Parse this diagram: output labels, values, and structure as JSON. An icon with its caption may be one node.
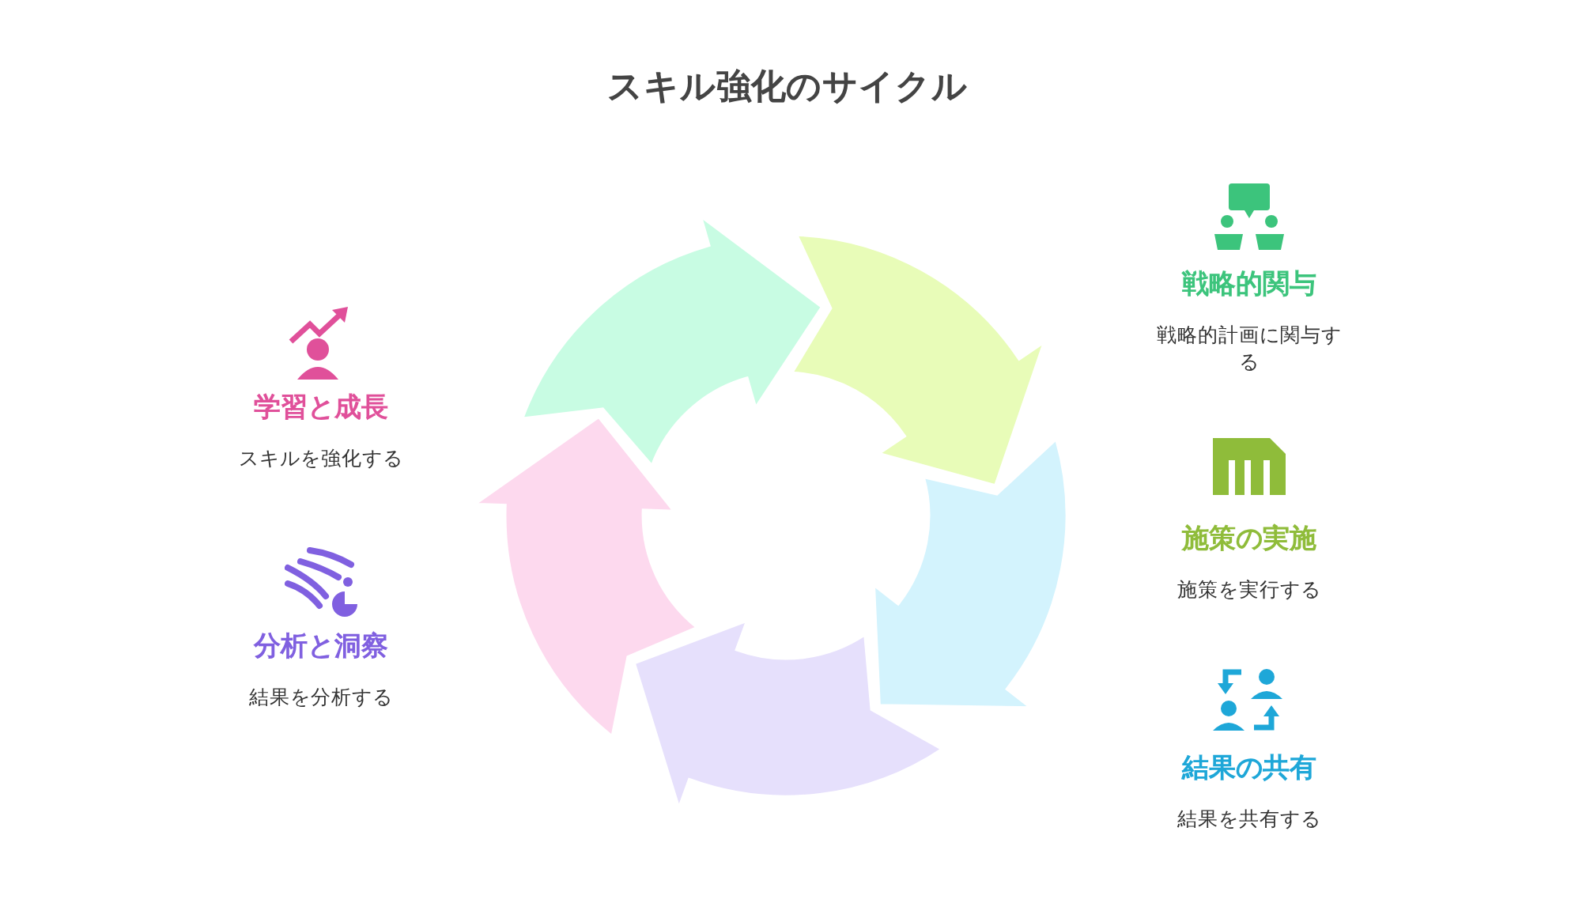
{
  "diagram": {
    "title": "スキル強化のサイクル",
    "nodes": [
      {
        "text": [
          "戦略的関与",
          "戦略的計画に関与する"
        ]
      },
      {
        "text": [
          "施策の実施",
          "施策を実行する"
        ]
      },
      {
        "text": [
          "結果の共有",
          "結果を共有する"
        ]
      },
      {
        "text": [
          "分析と洞察",
          "結果を分析する"
        ]
      },
      {
        "text": [
          "学習と成長",
          "スキルを強化する"
        ]
      }
    ]
  }
}
